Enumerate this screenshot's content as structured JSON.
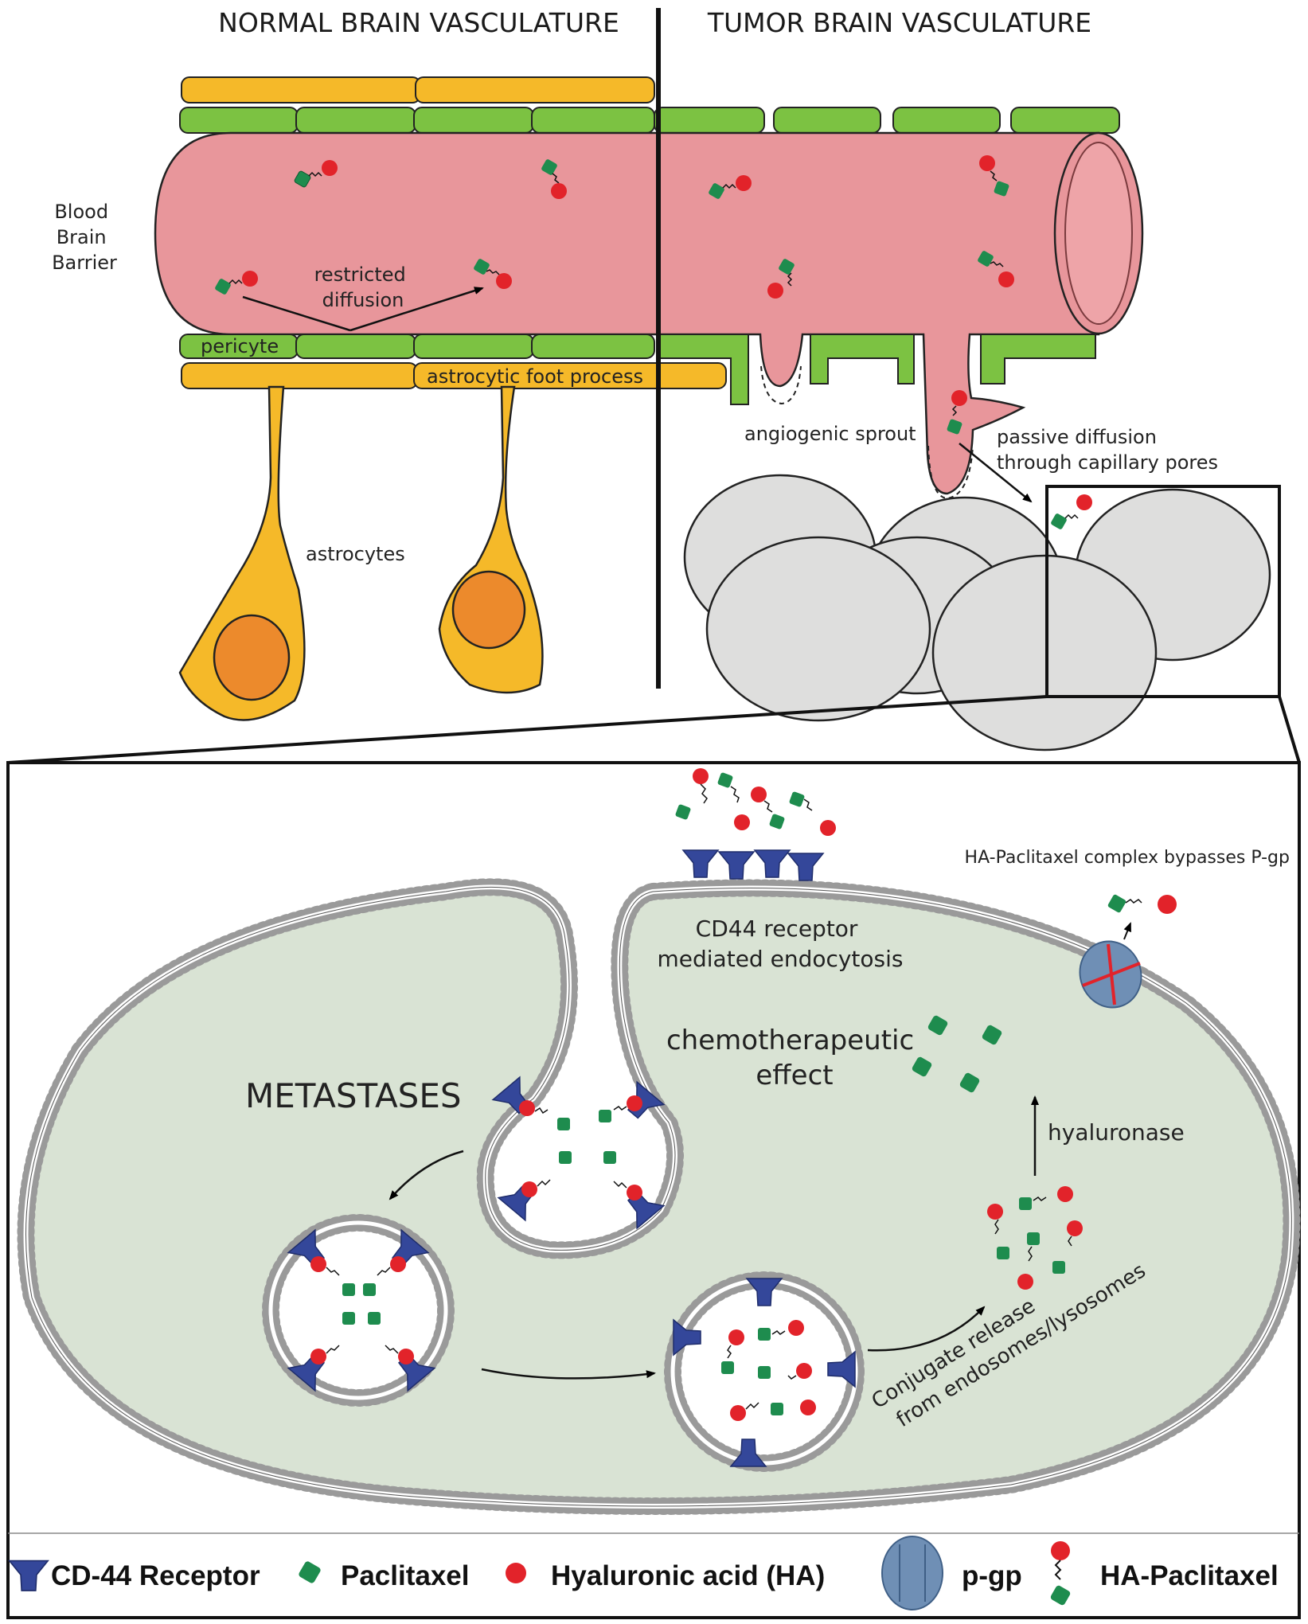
{
  "colors": {
    "vessel": "#e8969b",
    "vessel_dark": "#7a3b3e",
    "endothelium": "#7cc242",
    "astrocyte": "#f5b929",
    "nucleus": "#ec8a2c",
    "tumor_cell": "#dededd",
    "cytoplasm": "#d9e3d4",
    "cd44": "#34479a",
    "paclitaxel": "#1e8c4e",
    "ha": "#e2232a",
    "pgp": "#6f8fb5",
    "membrane_head": "#bdbdbd"
  },
  "top": {
    "normal_title": "NORMAL BRAIN VASCULATURE",
    "tumor_title": "TUMOR BRAIN VASCULATURE",
    "bbb_label": [
      "Blood",
      "Brain",
      "Barrier"
    ],
    "restricted_label": [
      "restricted",
      "diffusion"
    ],
    "pericyte_label": "pericyte",
    "foot_process_label": "astrocytic foot process",
    "astrocytes_label": "astrocytes",
    "sprout_label": "angiogenic sprout",
    "passive_label": [
      "passive diffusion",
      "through capillary pores"
    ]
  },
  "cell": {
    "metastases_label": "METASTASES",
    "endocytosis_label": [
      "CD44 receptor",
      "mediated endocytosis"
    ],
    "chemo_label": [
      "chemotherapeutic",
      "effect"
    ],
    "pgp_bypass_label": "HA-Paclitaxel complex bypasses P-gp",
    "hyaluronase_label": "hyaluronase",
    "release_label": [
      "Conjugate release",
      "from endosomes/lysosomes"
    ]
  },
  "legend": {
    "cd44": "CD-44 Receptor",
    "paclitaxel": "Paclitaxel",
    "ha": "Hyaluronic acid (HA)",
    "pgp": "p-gp",
    "ha_paclitaxel": "HA-Paclitaxel"
  }
}
